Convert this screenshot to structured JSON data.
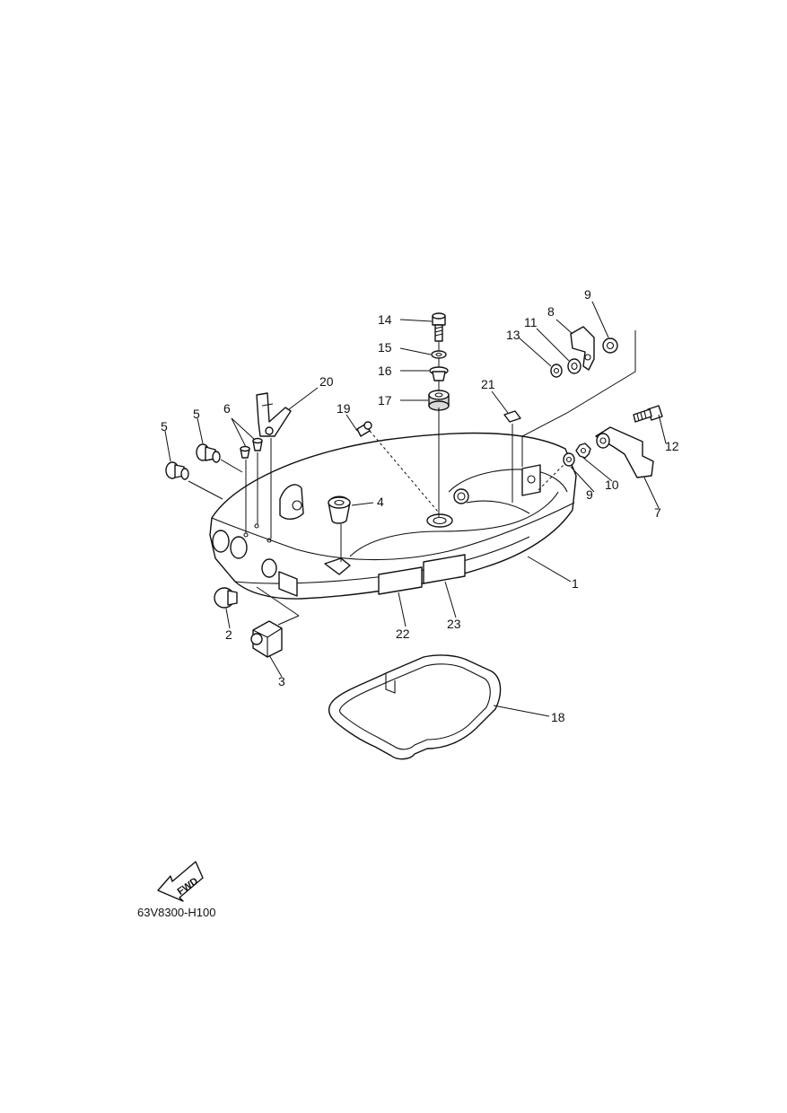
{
  "drawing_code": "63V8300-H100",
  "direction_label": "FWD",
  "callouts": [
    "1",
    "2",
    "3",
    "4",
    "5",
    "5",
    "6",
    "7",
    "8",
    "9",
    "9",
    "10",
    "11",
    "12",
    "13",
    "14",
    "15",
    "16",
    "17",
    "18",
    "19",
    "20",
    "21",
    "22",
    "23"
  ],
  "colors": {
    "line": "#111111",
    "background": "#ffffff"
  }
}
